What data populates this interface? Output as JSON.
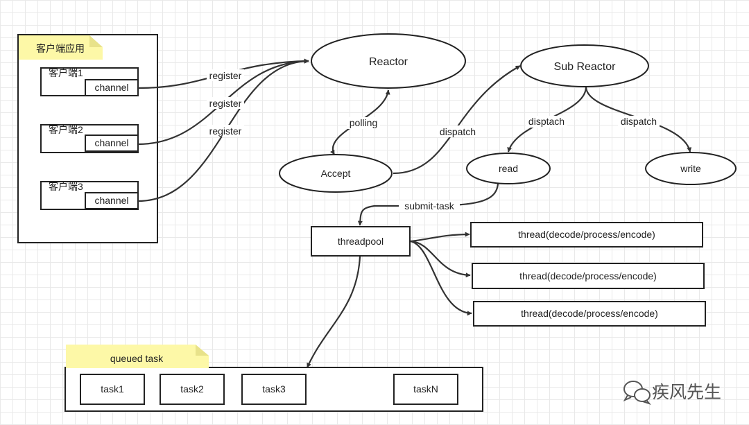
{
  "client_app": {
    "title": "客户端应用",
    "clients": [
      {
        "name": "客户端1",
        "channel": "channel"
      },
      {
        "name": "客户端2",
        "channel": "channel"
      },
      {
        "name": "客户端3",
        "channel": "channel"
      }
    ]
  },
  "nodes": {
    "reactor": "Reactor",
    "sub_reactor": "Sub Reactor",
    "accept": "Accept",
    "read": "read",
    "write": "write",
    "threadpool": "threadpool"
  },
  "edge_labels": {
    "register": "register",
    "polling": "polling",
    "dispatch": "dispatch",
    "disptach": "disptach",
    "submit_task": "submit-task"
  },
  "threads": [
    "thread(decode/process/encode)",
    "thread(decode/process/encode)",
    "thread(decode/process/encode)"
  ],
  "queue": {
    "title": "queued task",
    "tasks": [
      "task1",
      "task2",
      "task3",
      "taskN"
    ]
  },
  "watermark": "疾风先生"
}
